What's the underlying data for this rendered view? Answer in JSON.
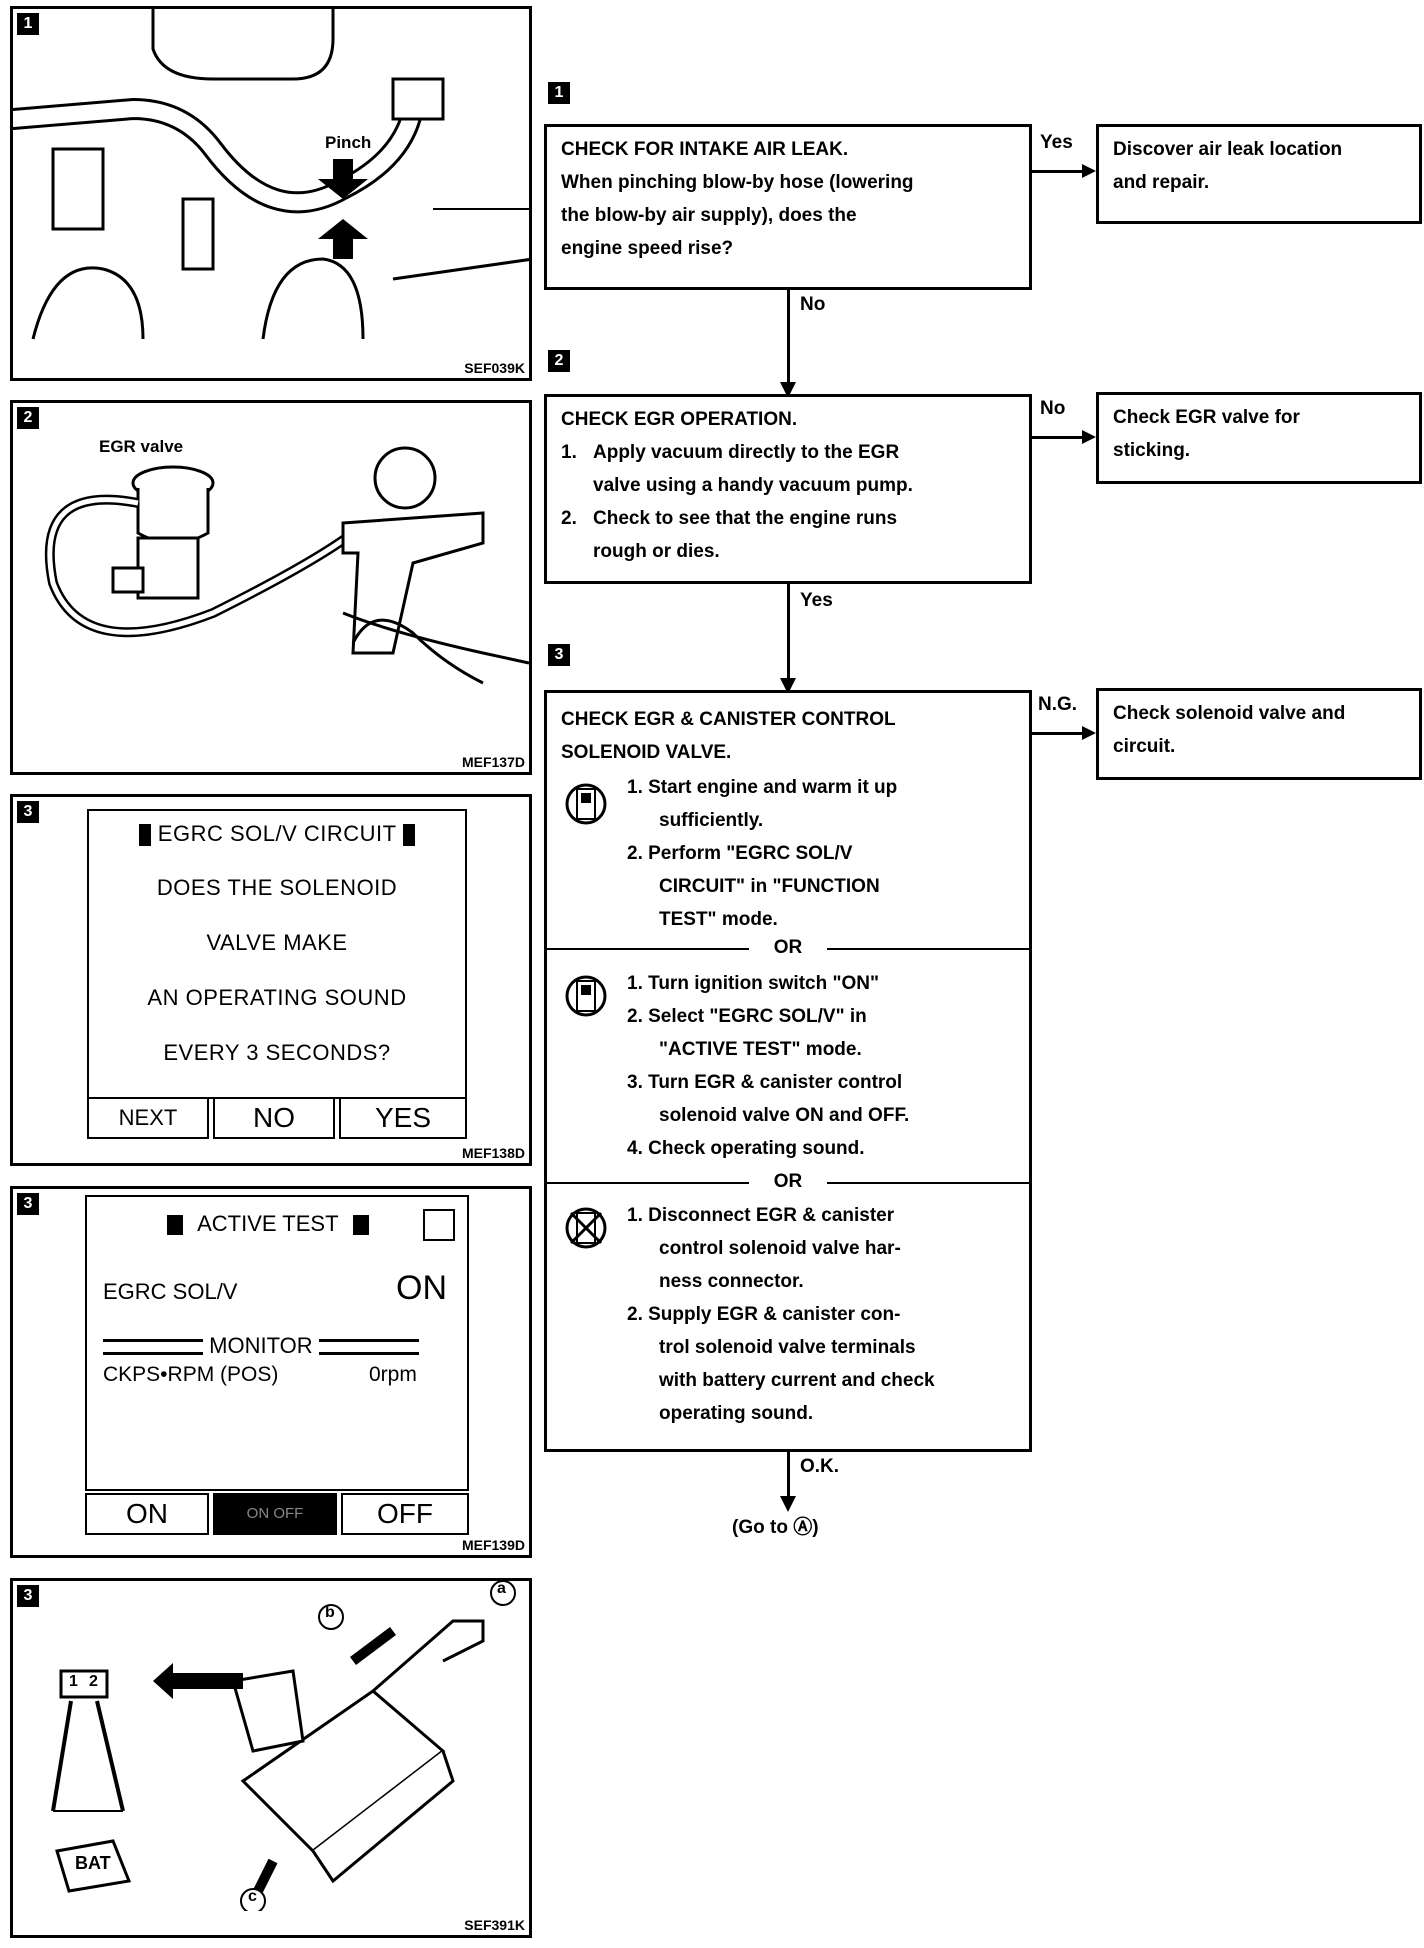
{
  "figures": {
    "fig1": {
      "num": "1",
      "code": "SEF039K",
      "label": "Pinch"
    },
    "fig2": {
      "num": "2",
      "code": "MEF137D",
      "label": "EGR valve"
    },
    "fig3": {
      "num": "3",
      "code": "MEF138D",
      "title": "EGRC SOL/V CIRCUIT",
      "lines": [
        "DOES THE SOLENOID",
        "VALVE MAKE",
        "AN OPERATING SOUND",
        "EVERY 3 SECONDS?"
      ],
      "buttons": [
        "NEXT",
        "NO",
        "YES"
      ]
    },
    "fig4": {
      "num": "3",
      "code": "MEF139D",
      "title": "ACTIVE TEST",
      "item": "EGRC SOL/V",
      "item_value": "ON",
      "monitor": "MONITOR",
      "monitor_item": "CKPS•RPM (POS)",
      "monitor_value": "0rpm",
      "buttons": [
        "ON",
        "ON OFF",
        "OFF"
      ]
    },
    "fig5": {
      "num": "3",
      "code": "SEF391K",
      "bat": "BAT",
      "terminals": [
        "1",
        "2"
      ],
      "labels": [
        "a",
        "b",
        "c"
      ]
    }
  },
  "flow": {
    "step1": {
      "num": "1",
      "title": "CHECK FOR INTAKE AIR LEAK.",
      "body": [
        "When pinching blow-by hose (lowering",
        "the blow-by air supply), does the",
        "engine speed rise?"
      ],
      "yes_label": "Yes",
      "yes_result": [
        "Discover air leak location",
        "and repair."
      ],
      "no_label": "No"
    },
    "step2": {
      "num": "2",
      "title": "CHECK EGR OPERATION.",
      "items": [
        [
          "1.",
          "Apply vacuum directly to the EGR",
          "valve using a handy vacuum pump."
        ],
        [
          "2.",
          "Check to see that the engine runs",
          "rough or dies."
        ]
      ],
      "no_label": "No",
      "no_result": [
        "Check EGR valve for",
        "sticking."
      ],
      "yes_label": "Yes"
    },
    "step3": {
      "num": "3",
      "title": [
        "CHECK EGR & CANISTER CONTROL",
        "SOLENOID VALVE."
      ],
      "ng_label": "N.G.",
      "ng_result": [
        "Check solenoid valve and",
        "circuit."
      ],
      "or": "OR",
      "groupA": [
        "1. Start engine and warm it up",
        "sufficiently.",
        "2. Perform \"EGRC SOL/V",
        "CIRCUIT\" in \"FUNCTION",
        "TEST\" mode."
      ],
      "groupB": [
        "1. Turn ignition switch \"ON\"",
        "2. Select \"EGRC SOL/V\" in",
        "\"ACTIVE TEST\" mode.",
        "3. Turn EGR & canister control",
        "solenoid valve ON and OFF.",
        "4. Check operating sound."
      ],
      "groupC": [
        "1. Disconnect EGR & canister",
        "control solenoid valve har-",
        "ness connector.",
        "2. Supply EGR & canister con-",
        "trol solenoid valve terminals",
        "with battery current and check",
        "operating sound."
      ],
      "ok_label": "O.K.",
      "goto": "(Go to Ⓐ)"
    }
  }
}
